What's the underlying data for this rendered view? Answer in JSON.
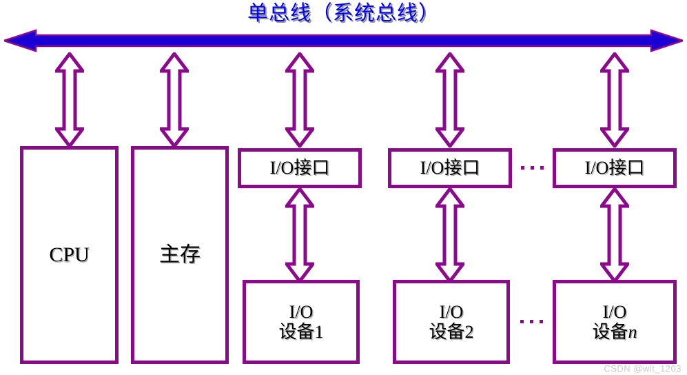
{
  "diagram": {
    "title": "单总线（系统总线）",
    "title_color": "#0000ff",
    "bus": {
      "name": "system-bus",
      "fill_color": "#1a00d4",
      "stroke_color": "#8b0a8b",
      "direction": "bidirectional"
    },
    "accent_color": "#8b0a8b",
    "connectors": [
      {
        "id": "cpu-to-bus",
        "from": "CPU",
        "to": "系统总线",
        "direction": "bidirectional"
      },
      {
        "id": "memory-to-bus",
        "from": "主存",
        "to": "系统总线",
        "direction": "bidirectional"
      },
      {
        "id": "io-interface-1-to-bus",
        "from": "I/O接口",
        "to": "系统总线",
        "direction": "bidirectional"
      },
      {
        "id": "io-interface-2-to-bus",
        "from": "I/O接口",
        "to": "系统总线",
        "direction": "bidirectional"
      },
      {
        "id": "io-interface-n-to-bus",
        "from": "I/O接口",
        "to": "系统总线",
        "direction": "bidirectional"
      },
      {
        "id": "io-interface-1-to-device-1",
        "from": "I/O接口",
        "to": "I/O设备1",
        "direction": "bidirectional"
      },
      {
        "id": "io-interface-2-to-device-2",
        "from": "I/O接口",
        "to": "I/O设备2",
        "direction": "bidirectional"
      },
      {
        "id": "io-interface-n-to-device-n",
        "from": "I/O接口",
        "to": "I/O设备n",
        "direction": "bidirectional"
      }
    ],
    "nodes": {
      "cpu": {
        "label": "CPU"
      },
      "memory": {
        "label": "主存"
      },
      "io_interfaces": [
        {
          "label": "I/O接口"
        },
        {
          "label": "I/O接口"
        },
        {
          "label": "I/O接口"
        }
      ],
      "io_devices": [
        {
          "line1": "I/O",
          "line2": "设备",
          "index": "1"
        },
        {
          "line1": "I/O",
          "line2": "设备",
          "index": "2"
        },
        {
          "line1": "I/O",
          "line2": "设备",
          "index": "n"
        }
      ]
    },
    "ellipsis": {
      "interface_row": "...",
      "device_row": "..."
    },
    "watermark": "CSDN @wlt_1203"
  }
}
